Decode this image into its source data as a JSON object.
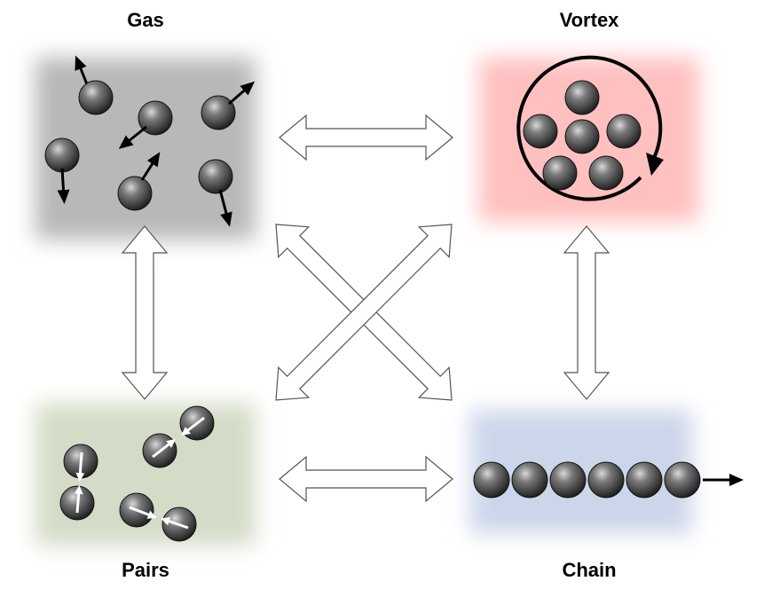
{
  "panels": {
    "gas": {
      "label": "Gas",
      "color": "#b8b8b8"
    },
    "vortex": {
      "label": "Vortex",
      "color": "#ffc0c0"
    },
    "pairs": {
      "label": "Pairs",
      "color": "#d4dcc8"
    },
    "chain": {
      "label": "Chain",
      "color": "#ccd6ea"
    }
  },
  "colors": {
    "sphere_dark": "#2a2a2a",
    "sphere_light": "#b0b0b0",
    "arrow_outline": "#555555"
  }
}
